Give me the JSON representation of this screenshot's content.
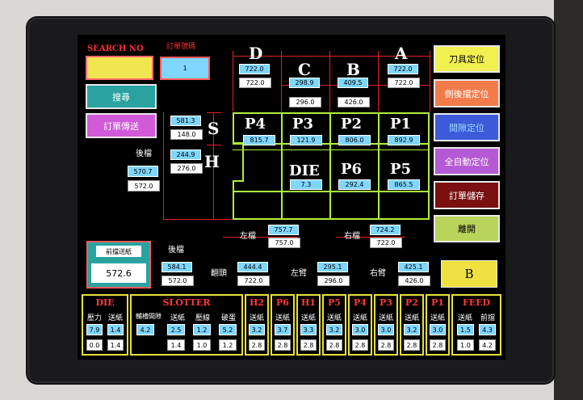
{
  "search": {
    "label": "SEARCH NO",
    "button": "搜尋",
    "send": "訂單傳送"
  },
  "order_no": {
    "label": "訂單號碼",
    "value": "1"
  },
  "right_buttons": [
    "刀具定位",
    "側後擋定位",
    "間隙定位",
    "全自動定位",
    "訂單儲存",
    "離開"
  ],
  "b_button": "B",
  "letters": {
    "D": "D",
    "C": "C",
    "B": "B",
    "A": "A",
    "S": "S",
    "H": "H"
  },
  "top_values": {
    "D": [
      "722.0",
      "722.0"
    ],
    "C": [
      "298.9",
      "296.0"
    ],
    "B": [
      "409.5",
      "426.0"
    ],
    "A": [
      "722.0",
      "722.0"
    ]
  },
  "s_values": [
    "581.3",
    "148.0"
  ],
  "h_values": [
    "244.9",
    "276.0"
  ],
  "back_gauge": {
    "label": "後檔",
    "values": [
      "570.7",
      "572.0"
    ]
  },
  "cells": [
    {
      "name": "P4",
      "value": "815.7"
    },
    {
      "name": "P3",
      "value": "121.9"
    },
    {
      "name": "P2",
      "value": "806.0"
    },
    {
      "name": "P1",
      "value": "892.9"
    },
    {
      "name": "DIE",
      "value": "7.3"
    },
    {
      "name": "P6",
      "value": "292.4"
    },
    {
      "name": "P5",
      "value": "865.5"
    }
  ],
  "left_stop": {
    "label": "左檔",
    "values": [
      "757.7",
      "757.0"
    ]
  },
  "right_stop": {
    "label": "右檔",
    "values": [
      "724.2",
      "722.0"
    ]
  },
  "feed_box": {
    "label": "前擋送紙",
    "value": "572.6"
  },
  "row2": [
    {
      "label": "後檔",
      "values": [
        "584.1",
        "572.0"
      ]
    },
    {
      "label": "翻頭",
      "values": [
        "444.4",
        "722.0"
      ]
    },
    {
      "label": "左臂",
      "values": [
        "295.1",
        "296.0"
      ]
    },
    {
      "label": "右臂",
      "values": [
        "425.1",
        "426.0"
      ]
    }
  ],
  "bottom": {
    "die": {
      "title": "DIE",
      "subs": [
        "壓力",
        "送紙"
      ],
      "v1": [
        "7.9",
        "1.4"
      ],
      "v2": [
        "0.0",
        "1.4"
      ]
    },
    "slotter": {
      "title": "SLOTTER",
      "subs": [
        "輔槽間隙",
        "送紙",
        "壓線",
        "破蛋"
      ],
      "v1": [
        "4.2",
        "2.5",
        "1.2",
        "5.2"
      ],
      "v2": [
        "",
        "1.4",
        "1.0",
        "1.2"
      ]
    },
    "groups": [
      {
        "title": "H2",
        "sub": "送紙",
        "v1": "3.2",
        "v2": "2.8"
      },
      {
        "title": "P6",
        "sub": "送紙",
        "v1": "3.7",
        "v2": "2.8"
      },
      {
        "title": "H1",
        "sub": "送紙",
        "v1": "3.3",
        "v2": "2.8"
      },
      {
        "title": "P5",
        "sub": "送紙",
        "v1": "3.2",
        "v2": "2.8"
      },
      {
        "title": "P4",
        "sub": "送紙",
        "v1": "3.0",
        "v2": "2.8"
      },
      {
        "title": "P3",
        "sub": "送紙",
        "v1": "3.0",
        "v2": "2.8"
      },
      {
        "title": "P2",
        "sub": "送紙",
        "v1": "3.2",
        "v2": "2.8"
      },
      {
        "title": "P1",
        "sub": "送紙",
        "v1": "3.0",
        "v2": "2.8"
      }
    ],
    "feed": {
      "title": "FEED",
      "subs": [
        "送紙",
        "前擋"
      ],
      "v1": [
        "1.5",
        "4.3"
      ],
      "v2": [
        "1.0",
        "4.2"
      ]
    }
  },
  "colors": {
    "yellow": "#f0f050",
    "teal": "#2aa3a0",
    "magenta": "#d05ad8",
    "orange": "#f27b4a",
    "blue": "#3d5bd9",
    "purple": "#b45ad4",
    "darkred": "#7a1010",
    "olive": "#b8d45a",
    "green": "#aef03a"
  }
}
